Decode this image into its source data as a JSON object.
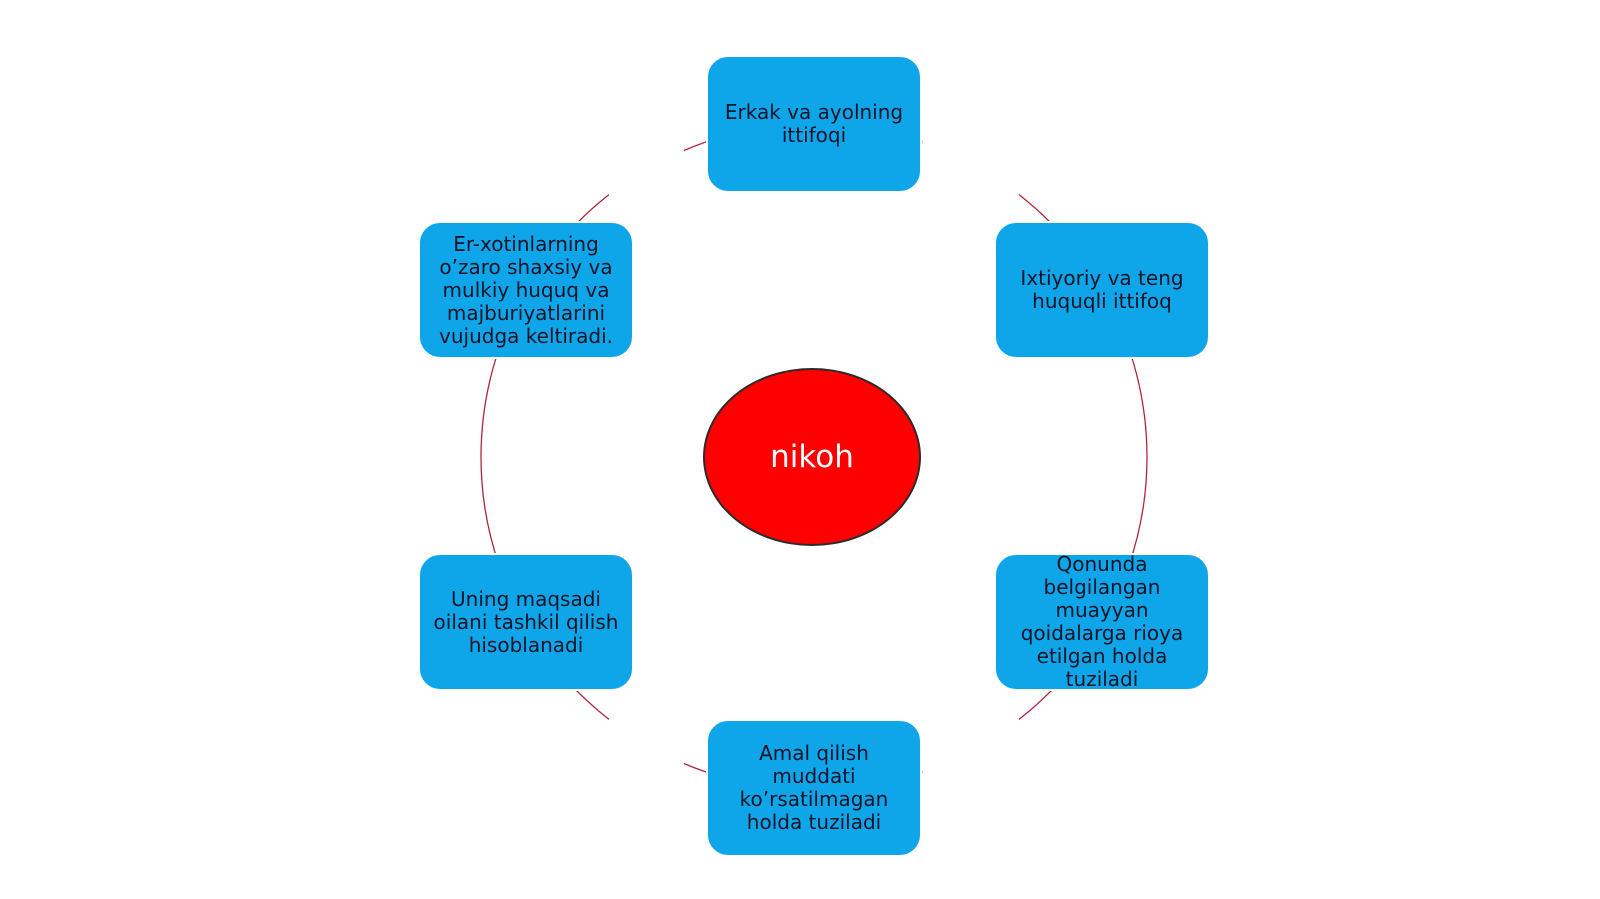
{
  "diagram": {
    "center_label": "nikoh",
    "colors": {
      "background": "#ffffff",
      "node_fill": "#0ea5e9",
      "center_fill": "#ff0000",
      "ring_stroke": "#b0243a",
      "node_text": "#141428",
      "center_text": "#ffffff"
    },
    "nodes": [
      {
        "text": "Erkak va ayolning\nittifoqi"
      },
      {
        "text": "Ixtiyoriy va teng\nhuquqli ittifoq"
      },
      {
        "text": "Qonunda\nbelgilangan\nmuayyan\nqoidalarga rioya\netilgan holda\ntuziladi"
      },
      {
        "text": "Amal qilish\nmuddati\nko’rsatilmagan\nholda tuziladi"
      },
      {
        "text": "Uning maqsadi\noilani tashkil qilish\nhisoblanadi"
      },
      {
        "text": "Er-xotinlarning\no’zaro shaxsiy va\nmulkiy huquq va\nmajburiyatlarini\nvujudga keltiradi."
      }
    ]
  }
}
